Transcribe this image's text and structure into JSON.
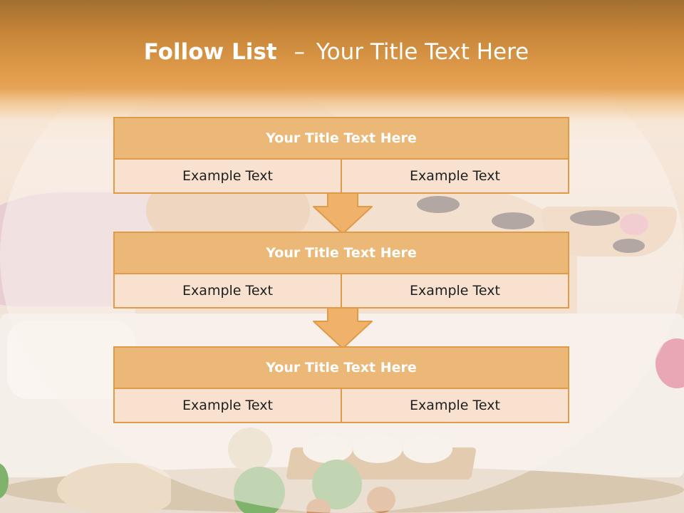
{
  "slide": {
    "title_bold": "Follow List",
    "title_separator": "–",
    "title_rest": "Your Title Text Here"
  },
  "steps": [
    {
      "title": "Your Title Text Here",
      "left": "Example Text",
      "right": "Example Text"
    },
    {
      "title": "Your Title Text Here",
      "left": "Example Text",
      "right": "Example Text"
    },
    {
      "title": "Your Title Text Here",
      "left": "Example Text",
      "right": "Example Text"
    }
  ],
  "colors": {
    "header_orange": "#df9b4a",
    "block_title_fill": "#ebb878",
    "block_border": "#e09a48",
    "block_cell_fill": "#f8e2cf",
    "arrow_fill": "#f0b16a"
  }
}
